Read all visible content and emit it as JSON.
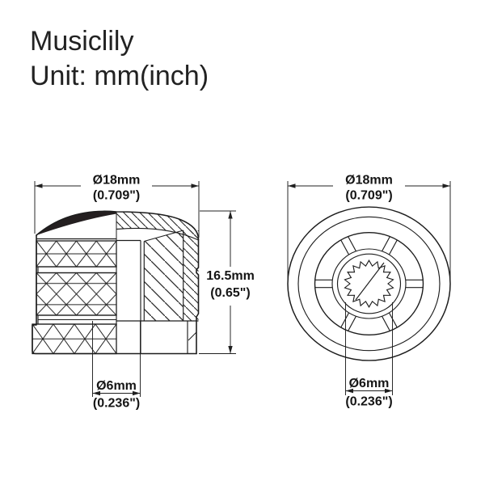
{
  "header": {
    "brand": "Musiclily",
    "unit_label": "Unit: mm(inch)"
  },
  "side_view": {
    "label": "knob side section view",
    "dim_outer_diameter": {
      "mm": "Ø18mm",
      "inch": "(0.709\")"
    },
    "dim_height": {
      "mm": "16.5mm",
      "inch": "(0.65\")"
    },
    "dim_shaft_hole": {
      "mm": "Ø6mm",
      "inch": "(0.236\")"
    }
  },
  "bottom_view": {
    "label": "knob bottom view",
    "dim_outer_diameter": {
      "mm": "Ø18mm",
      "inch": "(0.709\")"
    },
    "dim_shaft_hole": {
      "mm": "Ø6mm",
      "inch": "(0.236\")"
    }
  },
  "colors": {
    "line": "#1d1d1d",
    "background": "#ffffff",
    "cap_fill": "#241f20"
  }
}
